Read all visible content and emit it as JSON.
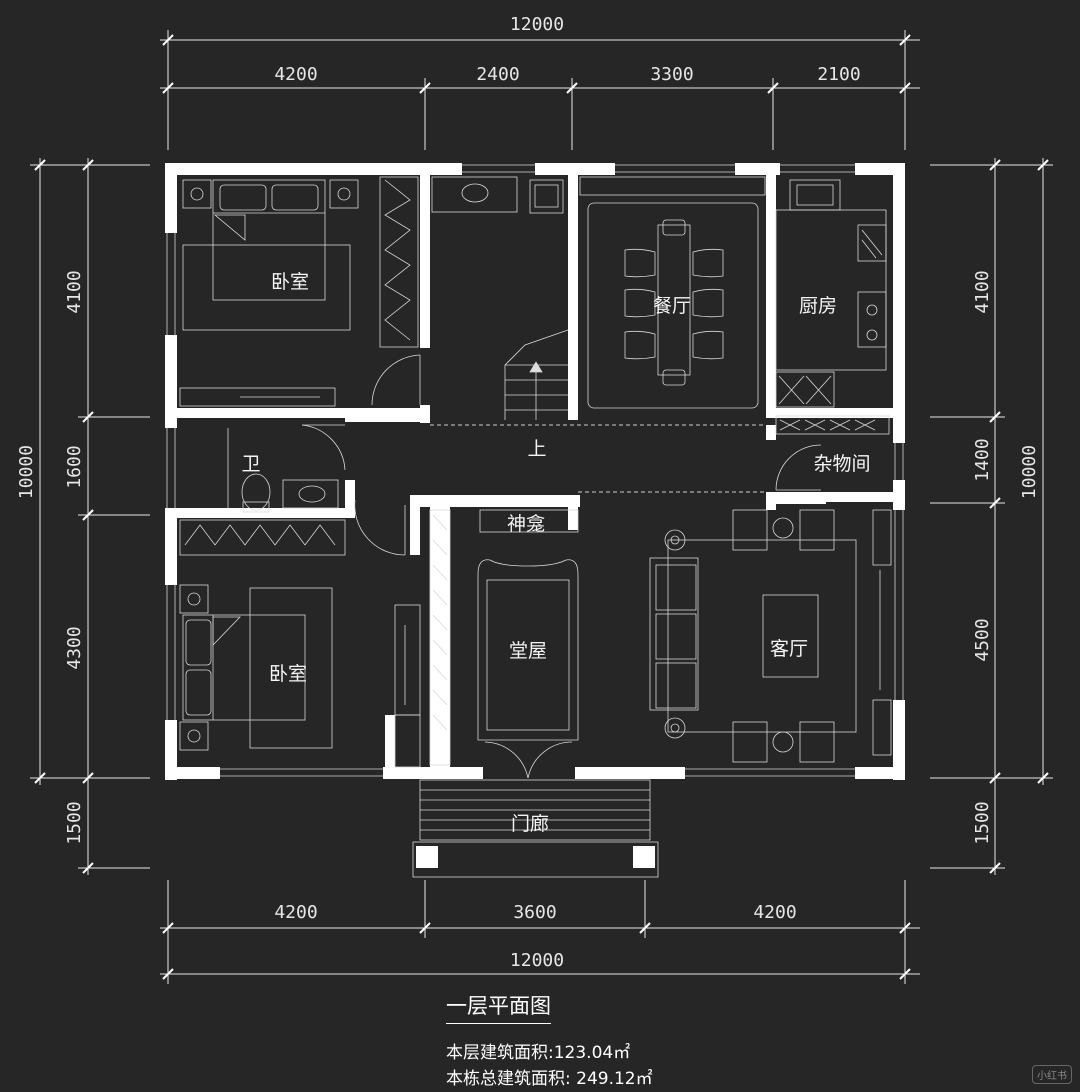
{
  "dimensions": {
    "top_total": "12000",
    "top_segments": [
      "4200",
      "2400",
      "3300",
      "2100"
    ],
    "bottom_segments": [
      "4200",
      "3600",
      "4200"
    ],
    "bottom_total": "12000",
    "left_segments": [
      "4100",
      "1600",
      "4300",
      "1500"
    ],
    "left_total": "10000",
    "right_segments": [
      "4100",
      "1400",
      "4500",
      "1500"
    ],
    "right_total": "10000"
  },
  "rooms": {
    "bedroom_1": "卧室",
    "bedroom_2": "卧室",
    "dining": "餐厅",
    "kitchen": "厨房",
    "bathroom": "卫",
    "storage": "杂物间",
    "shrine": "神龛",
    "hall": "堂屋",
    "living": "客厅",
    "porch": "门廊",
    "stair_up": "上"
  },
  "caption": {
    "title": "一层平面图",
    "floor_area": "本层建筑面积:123.04㎡",
    "total_area": "本栋总建筑面积: 249.12㎡"
  },
  "watermark": "小红书"
}
